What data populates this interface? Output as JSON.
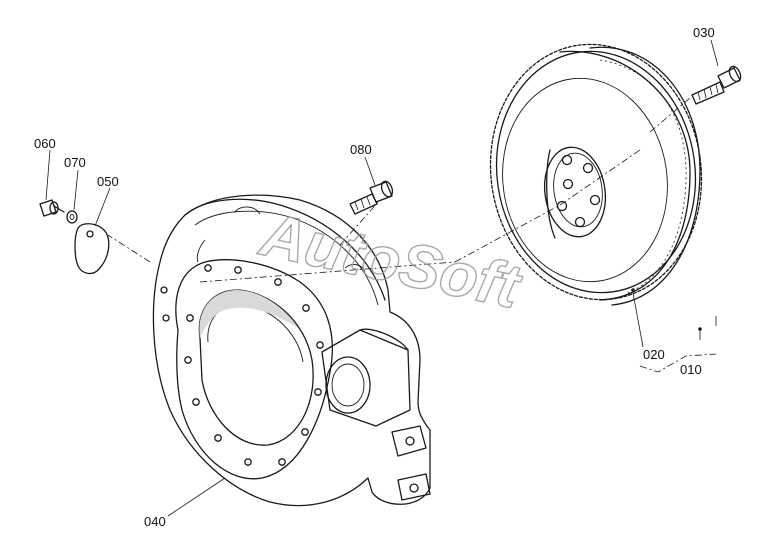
{
  "parts": {
    "ring_gear_bolt": "030",
    "bolt_top": "080",
    "bolt_left": "060",
    "washer": "070",
    "cover_plate": "050",
    "flywheel_housing": "040",
    "flywheel": "020",
    "flywheel_assembly": "010"
  },
  "watermark": "AutoSoft"
}
